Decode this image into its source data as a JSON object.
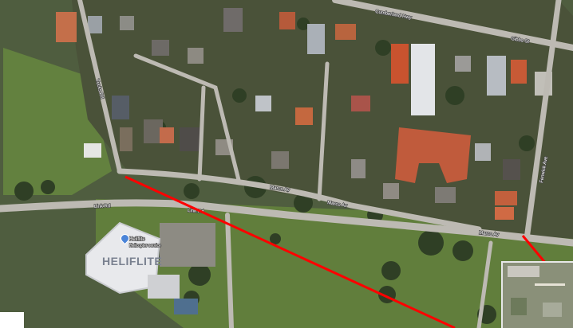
{
  "streets": {
    "link_rd_left": "Link Rd",
    "link_rd_right": "Link Rd",
    "marco_av_1": "Marco Av",
    "marco_av_2": "Marco Av",
    "marco_av_3": "Marco Av",
    "top_street": "Cumberland Hwy",
    "north_street": "Gibbs St",
    "vertical_left": "Tucks Rd",
    "vertical_right": "Fenwick Ave"
  },
  "places": {
    "heliflite_pin": "Heliflite",
    "heliflite_sub": "Helicopter service",
    "heliflite_roof": "HELIFLITE"
  },
  "colors": {
    "route_line": "#ff0000",
    "roof": "#c05b3c",
    "grass": "#5f7a3f",
    "road": "#bdbab3"
  },
  "inset": {
    "kind": "satellite-preview-thumbnail"
  }
}
